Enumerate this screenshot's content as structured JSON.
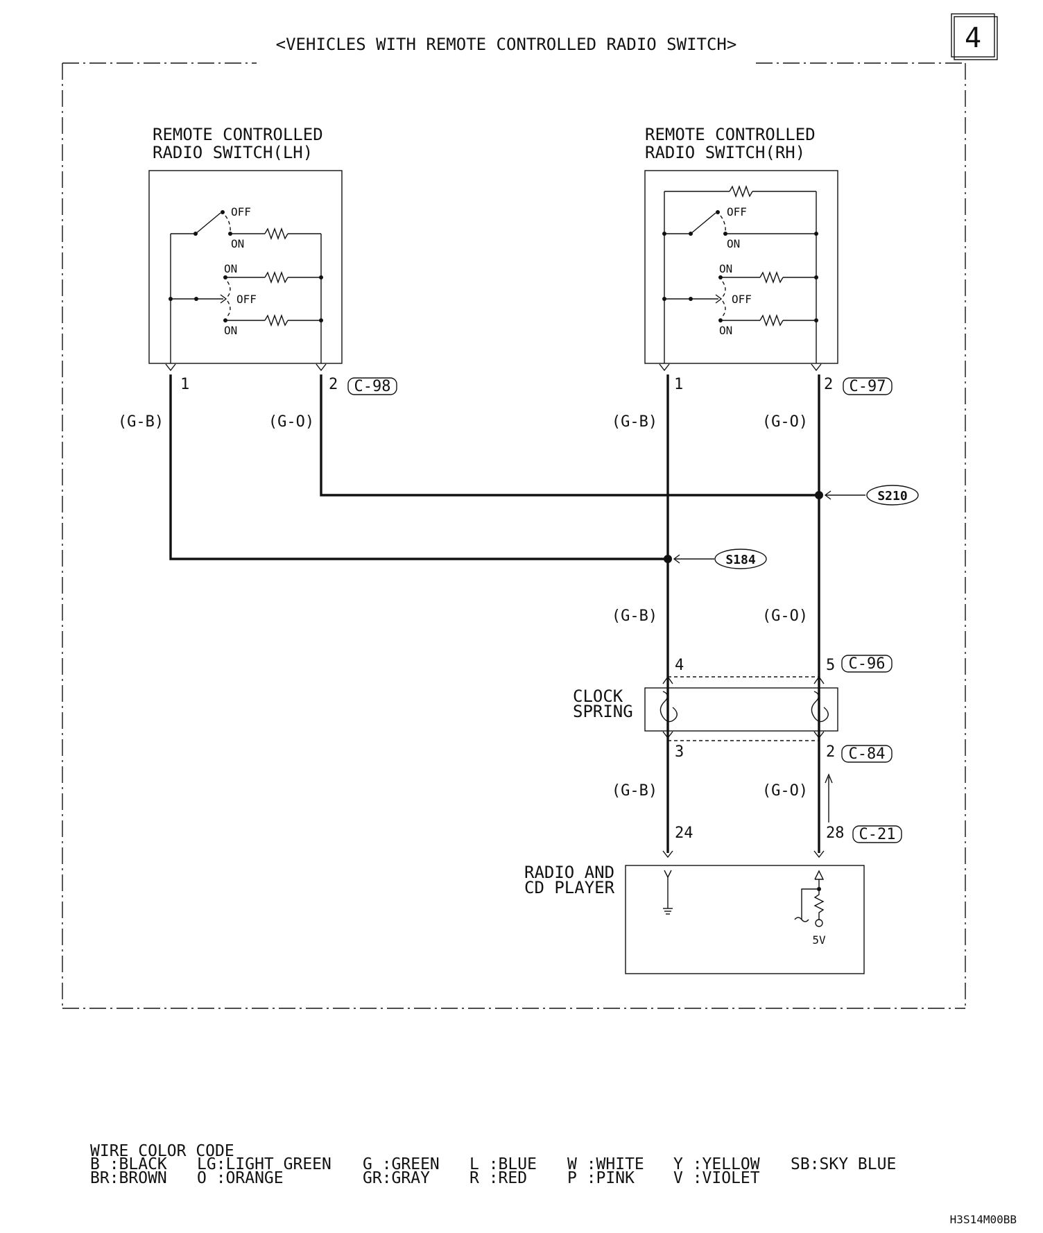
{
  "page_number": "4",
  "title": "<VEHICLES WITH REMOTE CONTROLLED RADIO SWITCH>",
  "components": {
    "switch_lh": {
      "line1": "REMOTE CONTROLLED",
      "line2": "RADIO SWITCH(LH)",
      "connector": "C-98",
      "pin_left": "1",
      "pin_right": "2"
    },
    "switch_rh": {
      "line1": "REMOTE CONTROLLED",
      "line2": "RADIO SWITCH(RH)",
      "connector": "C-97",
      "pin_left": "1",
      "pin_right": "2"
    },
    "clock_spring": {
      "line1": "CLOCK",
      "line2": "SPRING",
      "connector_top": "C-96",
      "pin_top_left": "4",
      "pin_top_right": "5",
      "connector_bottom": "C-84",
      "pin_bottom_left": "3",
      "pin_bottom_right": "2"
    },
    "radio": {
      "line1": "RADIO AND",
      "line2": "CD PLAYER",
      "connector": "C-21",
      "pin_left": "24",
      "pin_right": "28",
      "voltage": "5V"
    }
  },
  "switch_states": {
    "off": "OFF",
    "on": "ON"
  },
  "wires": {
    "gb": "(G-B)",
    "go": "(G-O)"
  },
  "splices": {
    "s210": "S210",
    "s184": "S184"
  },
  "legend": {
    "title": "WIRE COLOR CODE",
    "row1": [
      "B :BLACK",
      "LG:LIGHT GREEN",
      "G :GREEN",
      "L :BLUE",
      "W :WHITE",
      "Y :YELLOW",
      "SB:SKY BLUE"
    ],
    "row2": [
      "BR:BROWN",
      "O :ORANGE",
      "GR:GRAY",
      "R :RED",
      "P :PINK",
      "V :VIOLET"
    ]
  },
  "figure_code": "H3S14M00BB"
}
